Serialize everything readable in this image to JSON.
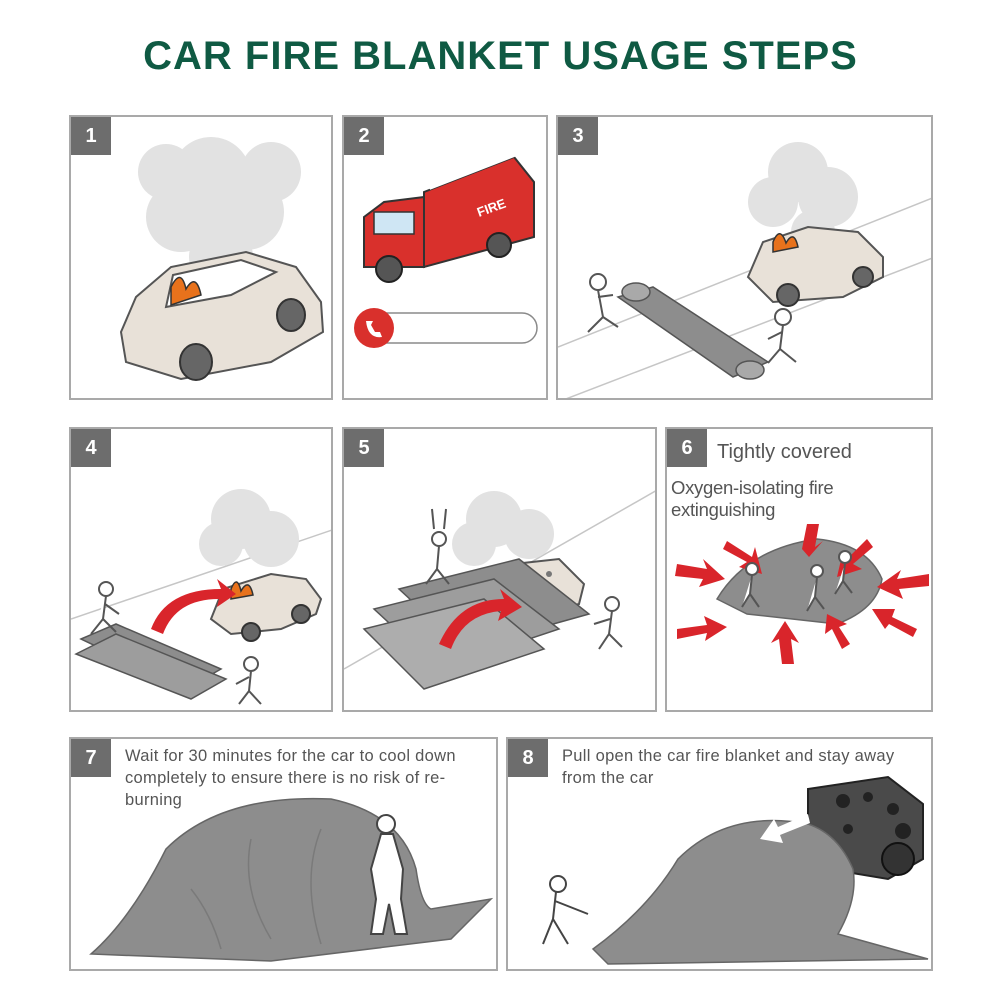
{
  "title": "CAR FIRE BLANKET USAGE STEPS",
  "fire_truck_label": "FIRE",
  "steps": [
    {
      "number": "1"
    },
    {
      "number": "2"
    },
    {
      "number": "3"
    },
    {
      "number": "4"
    },
    {
      "number": "5"
    },
    {
      "number": "6",
      "caption_line1": "Tightly covered",
      "caption_line2": "Oxygen-isolating fire extinguishing"
    },
    {
      "number": "7",
      "caption": "Wait for 30 minutes for the car to cool down completely to ensure there is no risk of re-burning"
    },
    {
      "number": "8",
      "caption": "Pull open the car fire blanket and stay away from the car"
    }
  ],
  "colors": {
    "title": "#0f5a43",
    "badge": "#6d6d6d",
    "blanket": "#8d8d8d",
    "fire": "#e8721c",
    "arrow_red": "#d9252b",
    "truck_red": "#d9302c"
  }
}
